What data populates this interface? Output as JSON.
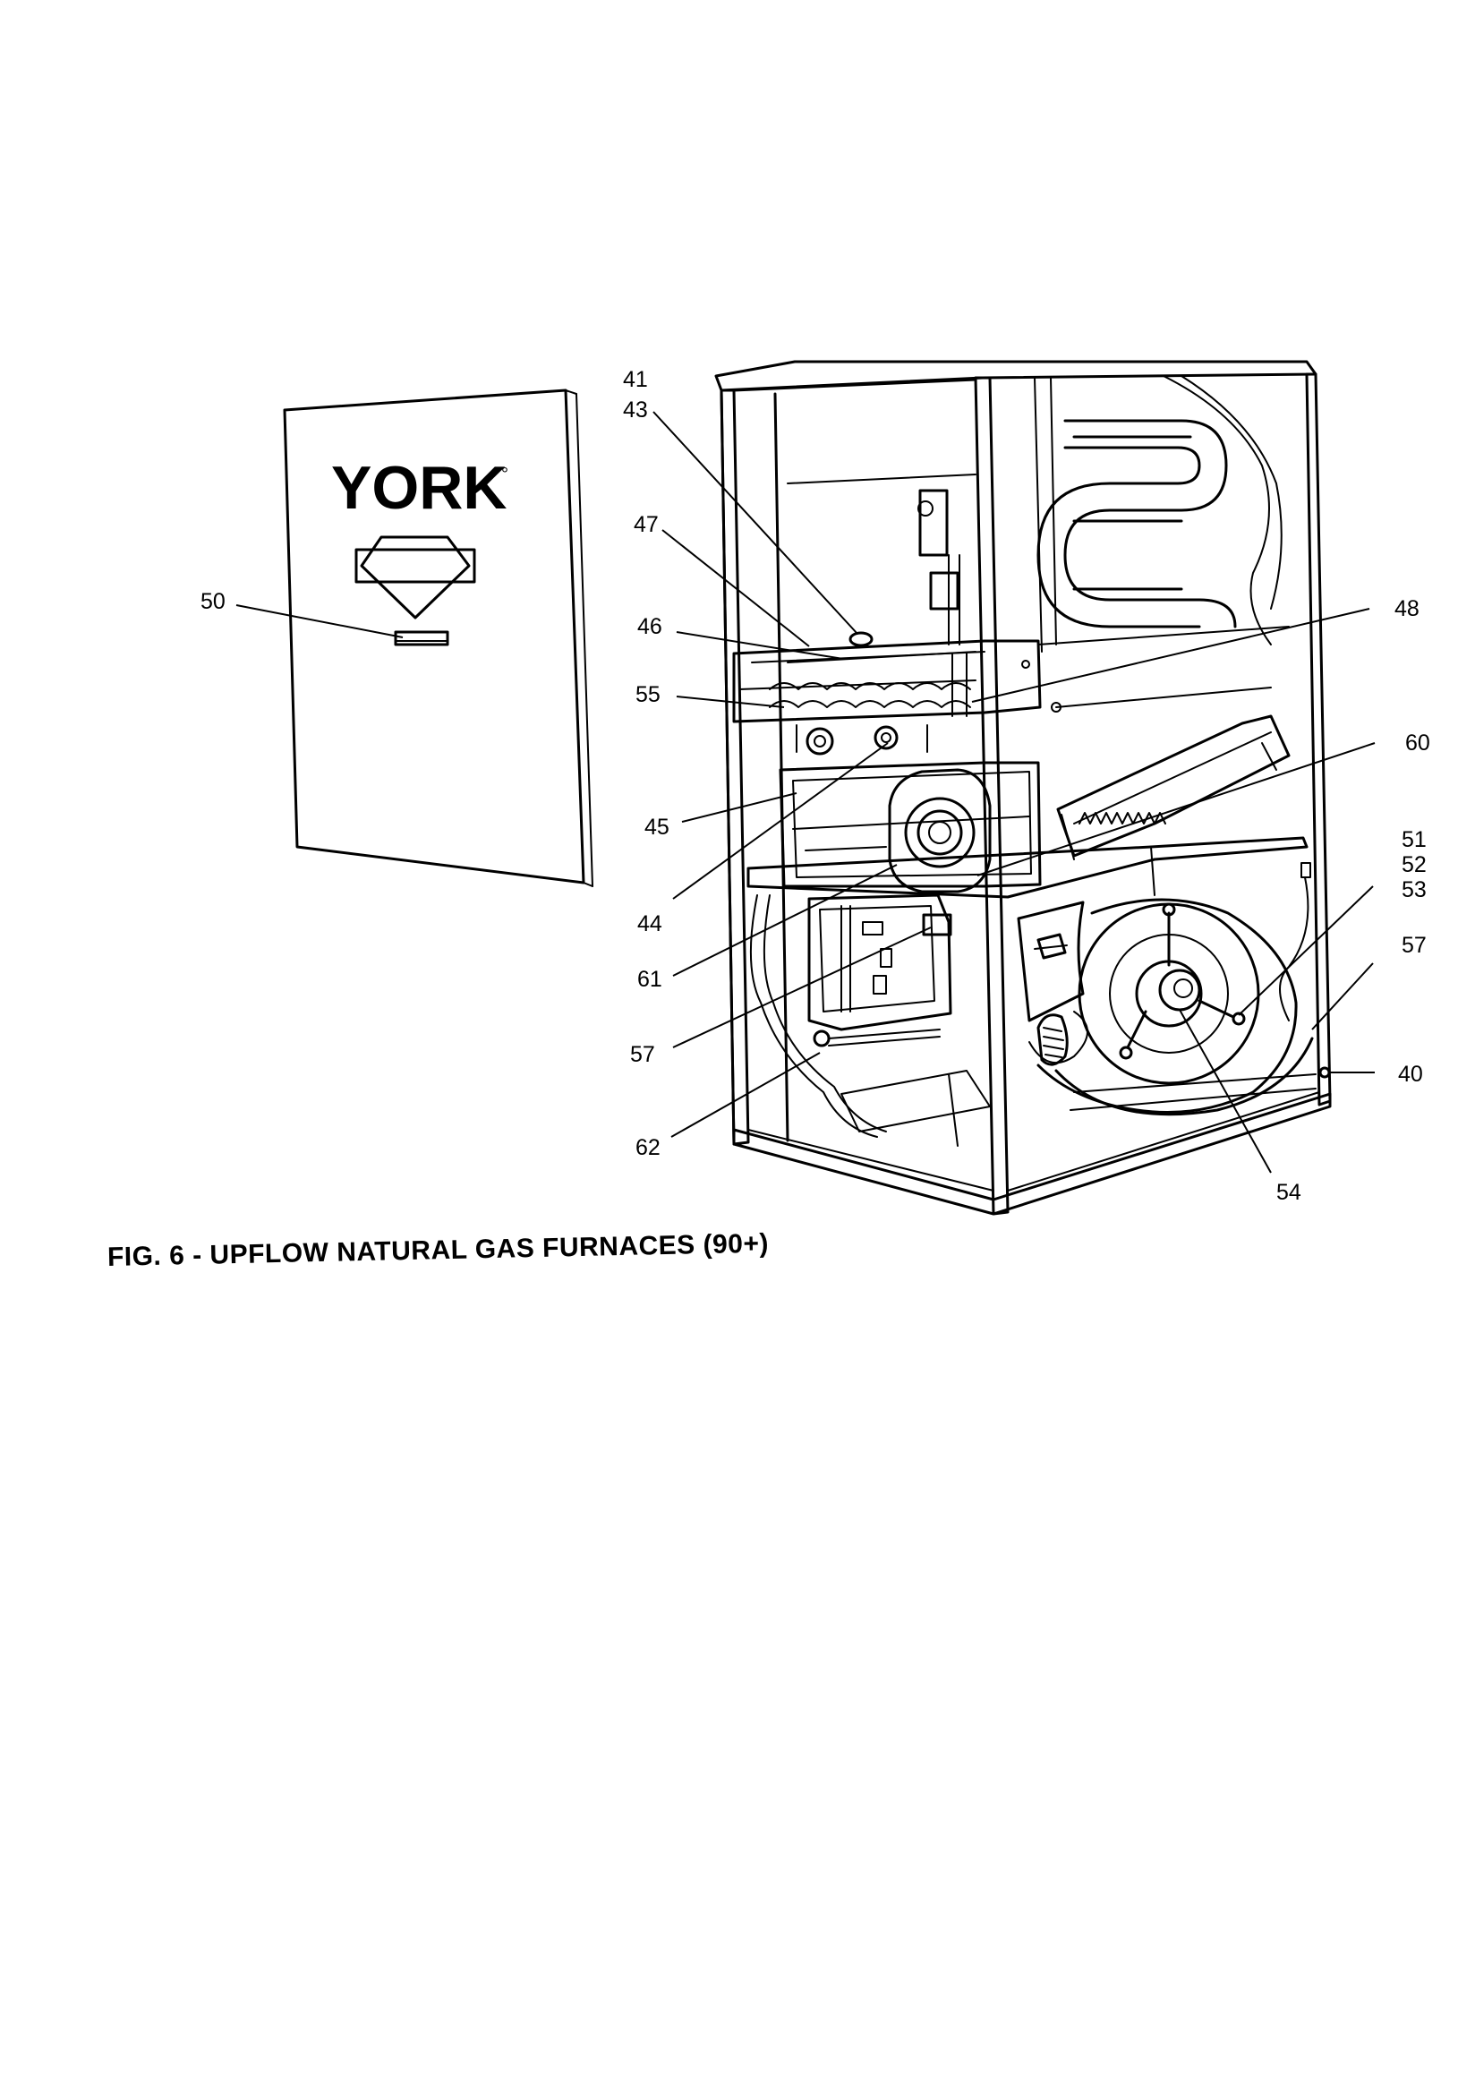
{
  "figure": {
    "caption": "FIG. 6 - UPFLOW NATURAL GAS FURNACES (90+)",
    "brand": "YORK",
    "brand_mark": "°"
  },
  "callouts": [
    {
      "id": "c41",
      "label": "41"
    },
    {
      "id": "c43",
      "label": "43"
    },
    {
      "id": "c47",
      "label": "47"
    },
    {
      "id": "c46",
      "label": "46"
    },
    {
      "id": "c55",
      "label": "55"
    },
    {
      "id": "c48",
      "label": "48"
    },
    {
      "id": "c60",
      "label": "60"
    },
    {
      "id": "c45",
      "label": "45"
    },
    {
      "id": "c44",
      "label": "44"
    },
    {
      "id": "c61",
      "label": "61"
    },
    {
      "id": "c57a",
      "label": "57"
    },
    {
      "id": "c62",
      "label": "62"
    },
    {
      "id": "c50",
      "label": "50"
    },
    {
      "id": "c51",
      "label": "51"
    },
    {
      "id": "c52",
      "label": "52"
    },
    {
      "id": "c53",
      "label": "53"
    },
    {
      "id": "c57b",
      "label": "57"
    },
    {
      "id": "c40",
      "label": "40"
    },
    {
      "id": "c54",
      "label": "54"
    }
  ]
}
